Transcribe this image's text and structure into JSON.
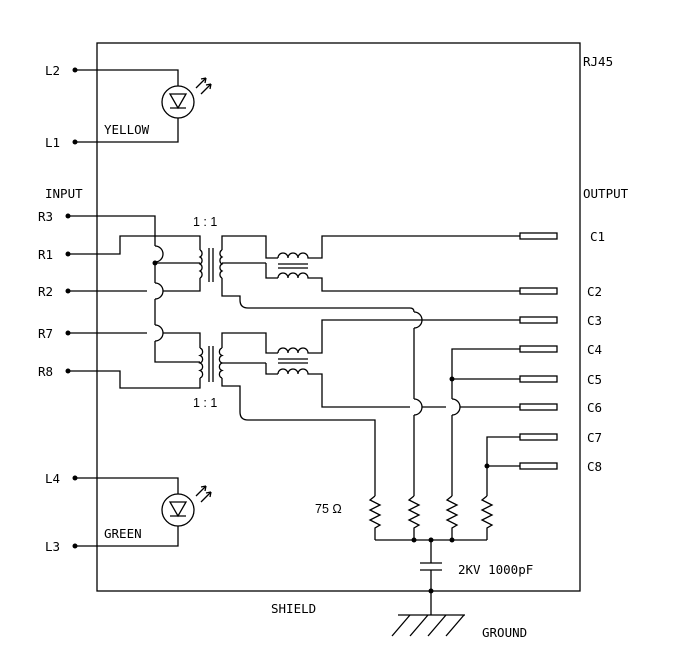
{
  "module": "RJ45",
  "labels": {
    "input": "INPUT",
    "output": "OUTPUT",
    "shield": "SHIELD",
    "ground": "GROUND",
    "ratio_top": "1 : 1",
    "ratio_bottom": "1 : 1",
    "resistor": "75 Ω",
    "capacitor": "2KV 1000pF"
  },
  "leds": [
    {
      "color": "YELLOW",
      "pins": [
        "L2",
        "L1"
      ]
    },
    {
      "color": "GREEN",
      "pins": [
        "L4",
        "L3"
      ]
    }
  ],
  "input_pins": [
    "R3",
    "R1",
    "R2",
    "R7",
    "R8"
  ],
  "output_pins": [
    "C1",
    "C2",
    "C3",
    "C4",
    "C5",
    "C6",
    "C7",
    "C8"
  ]
}
